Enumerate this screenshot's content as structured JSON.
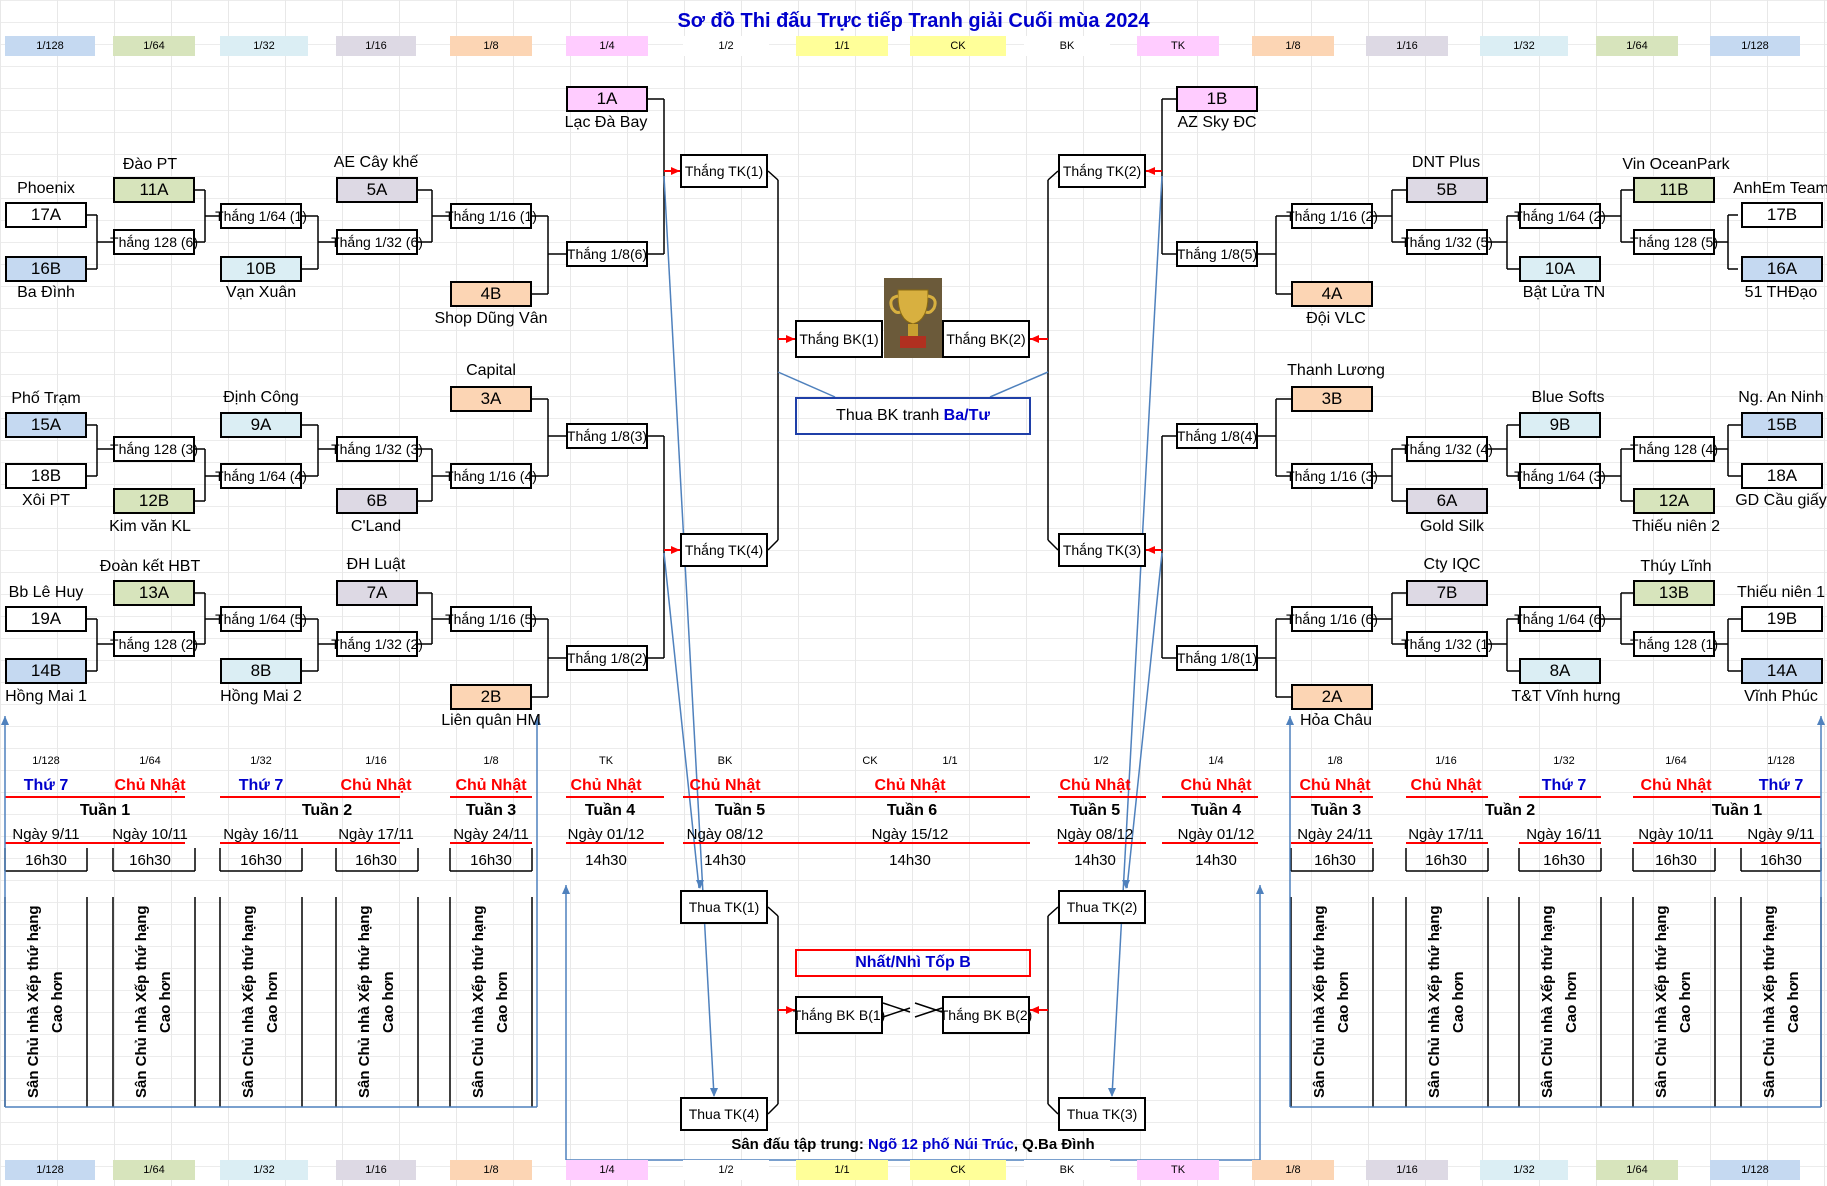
{
  "title": "Sơ đồ Thi đấu Trực tiếp Tranh giải Cuối mùa 2024",
  "round_tabs": [
    "1/128",
    "1/64",
    "1/32",
    "1/16",
    "1/8",
    "1/4",
    "1/2",
    "1/1",
    "CK",
    "BK",
    "TK",
    "1/8",
    "1/16",
    "1/32",
    "1/64",
    "1/128"
  ],
  "round_tab_colors": [
    "#c5d9f1",
    "#d7e4bc",
    "#dbeef4",
    "#ddd9e4",
    "#fcd5b4",
    "#ffccff",
    "#ffffff",
    "#ffff99",
    "#ffff99",
    "#ffffff",
    "#ffccff",
    "#fcd5b4",
    "#ddd9e4",
    "#dbeef4",
    "#d7e4bc",
    "#c5d9f1"
  ],
  "colors": {
    "blue_box": "#c5d9f1",
    "green_box": "#d7e4bc",
    "lightblue_box": "#dbeef4",
    "purple_box": "#ddd9e4",
    "orange_box": "#fcd5b4",
    "pink_box": "#ffccff",
    "red": "#ff0000",
    "navy": "#0000cc",
    "steel": "#4f81bd"
  },
  "teams": [
    {
      "code": "17A",
      "name": "Phoenix"
    },
    {
      "code": "16B",
      "name": "Ba Đình"
    },
    {
      "code": "11A",
      "name": "Đào PT"
    },
    {
      "code": "10B",
      "name": "Vạn Xuân"
    },
    {
      "code": "5A",
      "name": "AE Cây khế"
    },
    {
      "code": "4B",
      "name": "Shop Dũng Vân"
    },
    {
      "code": "1A",
      "name": "Lạc Đà Bay"
    },
    {
      "code": "15A",
      "name": "Phố Trạm"
    },
    {
      "code": "18B",
      "name": "Xôi PT"
    },
    {
      "code": "12B",
      "name": "Kim văn KL"
    },
    {
      "code": "9A",
      "name": "Định Công"
    },
    {
      "code": "6B",
      "name": "C'Land"
    },
    {
      "code": "3A",
      "name": "Capital"
    },
    {
      "code": "19A",
      "name": "Bb Lê Huy"
    },
    {
      "code": "14B",
      "name": "Hồng Mai 1"
    },
    {
      "code": "13A",
      "name": "Đoàn kết HBT"
    },
    {
      "code": "8B",
      "name": "Hồng Mai 2"
    },
    {
      "code": "7A",
      "name": "ĐH Luật"
    },
    {
      "code": "2B",
      "name": "Liên quân HM"
    },
    {
      "code": "1B",
      "name": "AZ Sky ĐC"
    },
    {
      "code": "5B",
      "name": "DNT Plus"
    },
    {
      "code": "4A",
      "name": "Đội VLC"
    },
    {
      "code": "11B",
      "name": "Vin OceanPark"
    },
    {
      "code": "10A",
      "name": "Bật Lửa TN"
    },
    {
      "code": "17B",
      "name": "AnhEm Team"
    },
    {
      "code": "16A",
      "name": "51 THĐạo"
    },
    {
      "code": "3B",
      "name": "Thanh Lương"
    },
    {
      "code": "6A",
      "name": "Gold Silk"
    },
    {
      "code": "9B",
      "name": "Blue Softs"
    },
    {
      "code": "12A",
      "name": "Thiếu niên 2"
    },
    {
      "code": "15B",
      "name": "Ng. An Ninh"
    },
    {
      "code": "18A",
      "name": "GD Cầu giấy"
    },
    {
      "code": "7B",
      "name": "Cty IQC"
    },
    {
      "code": "2A",
      "name": "Hỏa Châu"
    },
    {
      "code": "13B",
      "name": "Thúy Lĩnh"
    },
    {
      "code": "8A",
      "name": "T&T Vĩnh hưng"
    },
    {
      "code": "19B",
      "name": "Thiếu niên 1"
    },
    {
      "code": "14A",
      "name": "Vĩnh Phúc"
    }
  ],
  "matches": [
    "Thắng 128 (6)",
    "Thắng 1/64 (1)",
    "Thắng 1/32 (6)",
    "Thắng 1/16 (1)",
    "Thắng 1/8(6)",
    "Thắng TK(1)",
    "Thắng 128 (3)",
    "Thắng 1/64 (4)",
    "Thắng 1/32 (3)",
    "Thắng 1/16 (4)",
    "Thắng 1/8(3)",
    "Thắng TK(4)",
    "Thắng 128 (2)",
    "Thắng 1/64 (5)",
    "Thắng 1/32 (2)",
    "Thắng 1/16 (5)",
    "Thắng 1/8(2)",
    "Thắng TK(2)",
    "Thắng 1/8(5)",
    "Thắng 1/16 (2)",
    "Thắng 1/32 (5)",
    "Thắng 1/64 (2)",
    "Thắng 128 (5)",
    "Thắng 1/8(4)",
    "Thắng 1/16 (3)",
    "Thắng 1/32 (4)",
    "Thắng 1/64 (3)",
    "Thắng 128 (4)",
    "Thắng TK(3)",
    "Thắng 1/16 (6)",
    "Thắng 1/32 (1)",
    "Thắng 1/64 (6)",
    "Thắng 128 (1)",
    "Thắng 1/8(1)",
    "Thắng BK(1)",
    "Thắng BK(2)",
    "Thua TK(1)",
    "Thua TK(4)",
    "Thua TK(2)",
    "Thua TK(3)",
    "Thắng BK B(1)",
    "Thắng BK B(2)"
  ],
  "third_place": {
    "prefix": "Thua BK tranh ",
    "highlight": "Ba/Tư"
  },
  "top_b_label": "Nhất/Nhì Tốp B",
  "schedule": {
    "rounds": [
      "1/128",
      "1/64",
      "1/32",
      "1/16",
      "1/8",
      "TK",
      "BK",
      "CK",
      "1/1",
      "1/2",
      "1/4",
      "1/8",
      "1/16",
      "1/32",
      "1/64",
      "1/128"
    ],
    "days": [
      "Thứ 7",
      "Chủ Nhật",
      "Thứ 7",
      "Chủ Nhật",
      "Chủ Nhật",
      "Chủ Nhật",
      "Chủ Nhật",
      "Chủ Nhật",
      "Chủ Nhật",
      "Chủ Nhật",
      "Chủ Nhật",
      "Chủ Nhật",
      "Thứ 7",
      "Chủ Nhật",
      "Thứ 7"
    ],
    "weeks": [
      "Tuần 1",
      "Tuần 2",
      "Tuần 3",
      "Tuần 4",
      "Tuần 5",
      "Tuần 6",
      "Tuần 5",
      "Tuần 4",
      "Tuần 3",
      "Tuần 2",
      "Tuần 1"
    ],
    "dates": [
      "Ngày 9/11",
      "Ngày 10/11",
      "Ngày 16/11",
      "Ngày 17/11",
      "Ngày 24/11",
      "Ngày 01/12",
      "Ngày 08/12",
      "Ngày 15/12",
      "Ngày 08/12",
      "Ngày 01/12",
      "Ngày 24/11",
      "Ngày 17/11",
      "Ngày 16/11",
      "Ngày 10/11",
      "Ngày 9/11"
    ],
    "times": [
      "16h30",
      "16h30",
      "16h30",
      "16h30",
      "16h30",
      "14h30",
      "14h30",
      "14h30",
      "14h30",
      "14h30",
      "16h30",
      "16h30",
      "16h30",
      "16h30",
      "16h30"
    ],
    "host_note": "Sân Chủ nhà Xếp thứ hạng Cao hơn"
  },
  "venue": {
    "prefix": "Sân đấu tập trung: ",
    "place": "Ngõ 12 phố Núi Trúc",
    "suffix": ", Q.Ba Đình"
  }
}
